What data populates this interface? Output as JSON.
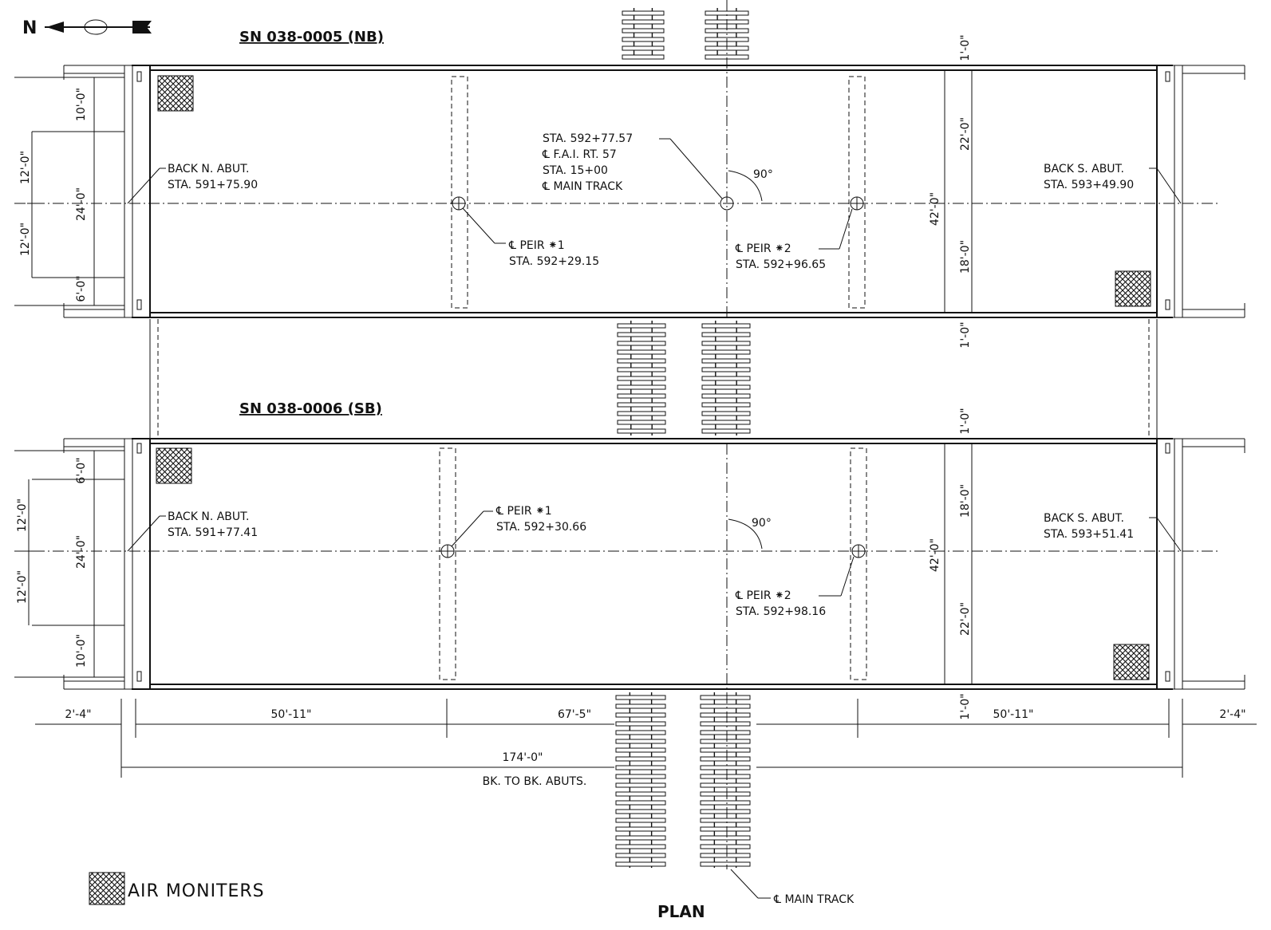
{
  "north_arrow": {
    "letter": "N"
  },
  "bridges": [
    {
      "title": "SN 038-0005 (NB)",
      "back_n_abut": [
        "BACK N. ABUT.",
        "STA. 591+75.90"
      ],
      "back_s_abut": [
        "BACK S. ABUT.",
        "STA. 593+49.90"
      ],
      "pier1": [
        "℄ PEIR ⁕1",
        "STA. 592+29.15"
      ],
      "pier2": [
        "℄ PEIR ⁕2",
        "STA. 592+96.65"
      ],
      "center_note": [
        "STA. 592+77.57",
        "℄ F.A.I. RT. 57",
        "STA. 15+00",
        "℄ MAIN TRACK"
      ],
      "angle": "90°",
      "left_dims": {
        "outer_top": "12'-0\"",
        "outer_bottom": "12'-0\"",
        "inner_top": "10'-0\"",
        "inner_mid": "24'-0\"",
        "inner_bottom": "6'-0\""
      },
      "right_dims": {
        "top_edge": "1'-0\"",
        "upper": "22'-0\"",
        "total": "42'-0\"",
        "lower": "18'-0\"",
        "bottom_edge": "1'-0\""
      }
    },
    {
      "title": "SN 038-0006 (SB)",
      "back_n_abut": [
        "BACK N. ABUT.",
        "STA. 591+77.41"
      ],
      "back_s_abut": [
        "BACK S. ABUT.",
        "STA. 593+51.41"
      ],
      "pier1": [
        "℄ PEIR ⁕1",
        "STA. 592+30.66"
      ],
      "pier2": [
        "℄ PEIR ⁕2",
        "STA. 592+98.16"
      ],
      "angle": "90°",
      "left_dims": {
        "outer_top": "12'-0\"",
        "outer_bottom": "12'-0\"",
        "inner_top": "6'-0\"",
        "inner_mid": "24'-0\"",
        "inner_bottom": "10'-0\""
      },
      "right_dims": {
        "top_edge": "1'-0\"",
        "upper": "18'-0\"",
        "total": "42'-0\"",
        "lower": "22'-0\"",
        "bottom_edge": "1'-0\""
      }
    }
  ],
  "bottom_dims": {
    "left_end": "2'-4\"",
    "span1": "50'-11\"",
    "span2": "67'-5\"",
    "span3": "50'-11\"",
    "right_end": "2'-4\"",
    "total": "174'-0\"",
    "total_note": "BK. TO BK. ABUTS."
  },
  "legend": {
    "label": "AIR MONITERS"
  },
  "plan_title": "PLAN",
  "main_track_label": "℄ MAIN TRACK"
}
